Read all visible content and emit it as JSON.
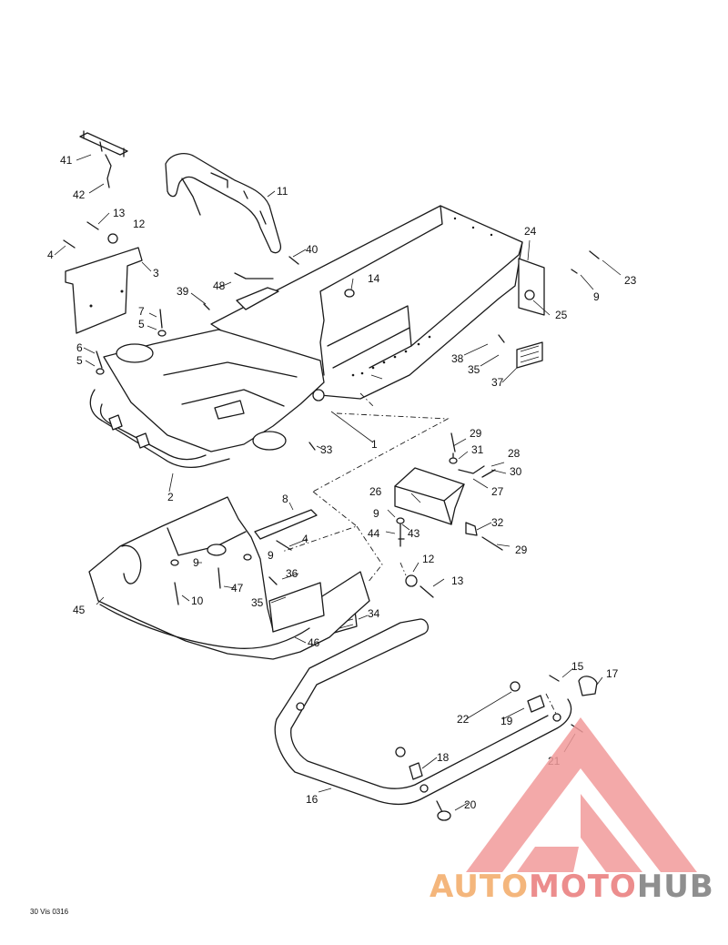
{
  "diagram": {
    "reference_code": "30 Vis 0316",
    "callouts": [
      {
        "id": "c1",
        "label": "1"
      },
      {
        "id": "c2",
        "label": "2"
      },
      {
        "id": "c3",
        "label": "3"
      },
      {
        "id": "c4a",
        "label": "4"
      },
      {
        "id": "c4b",
        "label": "4"
      },
      {
        "id": "c5a",
        "label": "5"
      },
      {
        "id": "c5b",
        "label": "5"
      },
      {
        "id": "c6",
        "label": "6"
      },
      {
        "id": "c7",
        "label": "7"
      },
      {
        "id": "c8",
        "label": "8"
      },
      {
        "id": "c9a",
        "label": "9"
      },
      {
        "id": "c9b",
        "label": "9"
      },
      {
        "id": "c9c",
        "label": "9"
      },
      {
        "id": "c9d",
        "label": "9"
      },
      {
        "id": "c10",
        "label": "10"
      },
      {
        "id": "c11",
        "label": "11"
      },
      {
        "id": "c12a",
        "label": "12"
      },
      {
        "id": "c12b",
        "label": "12"
      },
      {
        "id": "c13a",
        "label": "13"
      },
      {
        "id": "c13b",
        "label": "13"
      },
      {
        "id": "c14",
        "label": "14"
      },
      {
        "id": "c15",
        "label": "15"
      },
      {
        "id": "c16",
        "label": "16"
      },
      {
        "id": "c17",
        "label": "17"
      },
      {
        "id": "c18",
        "label": "18"
      },
      {
        "id": "c19",
        "label": "19"
      },
      {
        "id": "c20",
        "label": "20"
      },
      {
        "id": "c21",
        "label": "21"
      },
      {
        "id": "c22",
        "label": "22"
      },
      {
        "id": "c23",
        "label": "23"
      },
      {
        "id": "c24",
        "label": "24"
      },
      {
        "id": "c25",
        "label": "25"
      },
      {
        "id": "c26",
        "label": "26"
      },
      {
        "id": "c27",
        "label": "27"
      },
      {
        "id": "c28",
        "label": "28"
      },
      {
        "id": "c29a",
        "label": "29"
      },
      {
        "id": "c29b",
        "label": "29"
      },
      {
        "id": "c30",
        "label": "30"
      },
      {
        "id": "c31",
        "label": "31"
      },
      {
        "id": "c32",
        "label": "32"
      },
      {
        "id": "c33",
        "label": "33"
      },
      {
        "id": "c34",
        "label": "34"
      },
      {
        "id": "c35a",
        "label": "35"
      },
      {
        "id": "c35b",
        "label": "35"
      },
      {
        "id": "c36",
        "label": "36"
      },
      {
        "id": "c37",
        "label": "37"
      },
      {
        "id": "c38",
        "label": "38"
      },
      {
        "id": "c39",
        "label": "39"
      },
      {
        "id": "c40",
        "label": "40"
      },
      {
        "id": "c41",
        "label": "41"
      },
      {
        "id": "c42",
        "label": "42"
      },
      {
        "id": "c43",
        "label": "43"
      },
      {
        "id": "c44",
        "label": "44"
      },
      {
        "id": "c45",
        "label": "45"
      },
      {
        "id": "c46",
        "label": "46"
      },
      {
        "id": "c47",
        "label": "47"
      },
      {
        "id": "c48",
        "label": "48"
      }
    ]
  },
  "watermark": {
    "part1": "AUTO",
    "part2": "MOTO",
    "part3": "HUB",
    "color_auto": "#f4b67c",
    "color_moto": "#ec8d8d",
    "color_hub": "#8f8f8f",
    "triangle_color": "#f19a9a"
  }
}
